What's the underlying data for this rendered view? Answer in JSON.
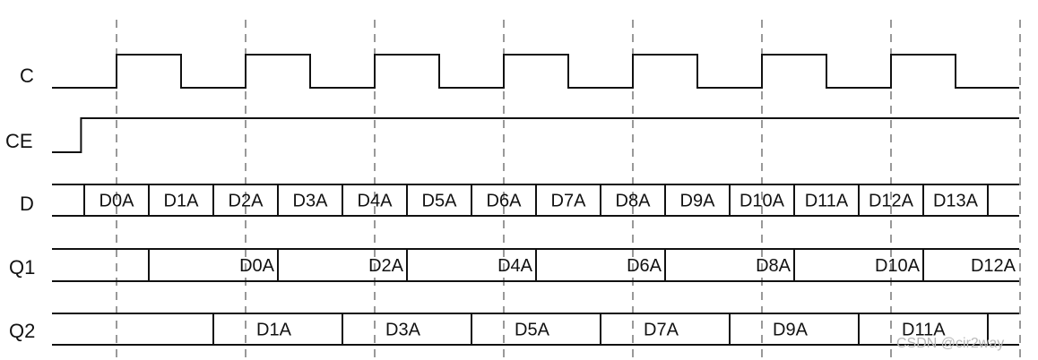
{
  "clock_edges": 7,
  "grid_edges": 8,
  "signals": [
    {
      "id": "C",
      "label": "C",
      "kind": "clock"
    },
    {
      "id": "CE",
      "label": "CE",
      "kind": "enable",
      "rise_at_fraction_of_first_cycle": 0.45
    },
    {
      "id": "D",
      "label": "D",
      "kind": "bus",
      "values": [
        "D0A",
        "D1A",
        "D2A",
        "D3A",
        "D4A",
        "D5A",
        "D6A",
        "D7A",
        "D8A",
        "D9A",
        "D10A",
        "D11A",
        "D12A",
        "D13A"
      ]
    },
    {
      "id": "Q1",
      "label": "Q1",
      "kind": "bus",
      "values": [
        "D0A",
        "D2A",
        "D4A",
        "D6A",
        "D8A",
        "D10A",
        "D12A"
      ]
    },
    {
      "id": "Q2",
      "label": "Q2",
      "kind": "bus",
      "values": [
        "D1A",
        "D3A",
        "D5A",
        "D7A",
        "D9A",
        "D11A"
      ]
    }
  ],
  "watermark": "CSDN @cir2way"
}
